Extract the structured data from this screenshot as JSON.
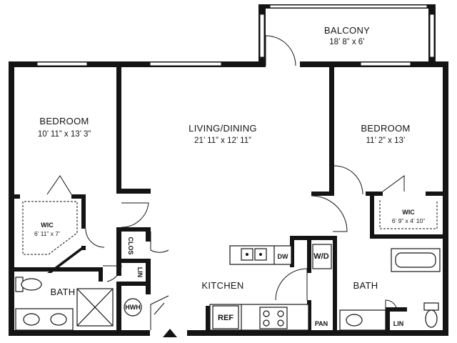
{
  "rooms": {
    "balcony": {
      "name": "BALCONY",
      "dims": "18’ 8” x 6’"
    },
    "bedroom_left": {
      "name": "BEDROOM",
      "dims": "10’ 11” x 13’ 3”"
    },
    "living_dining": {
      "name": "LIVING/DINING",
      "dims": "21’ 11” x 12’ 11”"
    },
    "bedroom_right": {
      "name": "BEDROOM",
      "dims": "11’ 2” x 13’"
    },
    "wic_left": {
      "name": "WIC",
      "dims": "6’ 11” x 7’"
    },
    "wic_right": {
      "name": "WIC",
      "dims": "6’ 9” x 4’ 10”"
    },
    "kitchen": {
      "name": "KITCHEN"
    },
    "bath_left": {
      "name": "BATH"
    },
    "bath_right": {
      "name": "BATH"
    }
  },
  "fixtures": {
    "clos": "CLOS",
    "lin_left": "LIN",
    "lin_right": "LIN",
    "dw": "DW",
    "wd": "W/D",
    "hwh": "HWH",
    "ref": "REF",
    "pan": "PAN"
  },
  "colors": {
    "wall": "#141414",
    "background": "#ffffff"
  },
  "icons": [
    "entry-arrow-icon",
    "toilet-icon",
    "sink-icon",
    "bathtub-icon",
    "stove-icon"
  ]
}
